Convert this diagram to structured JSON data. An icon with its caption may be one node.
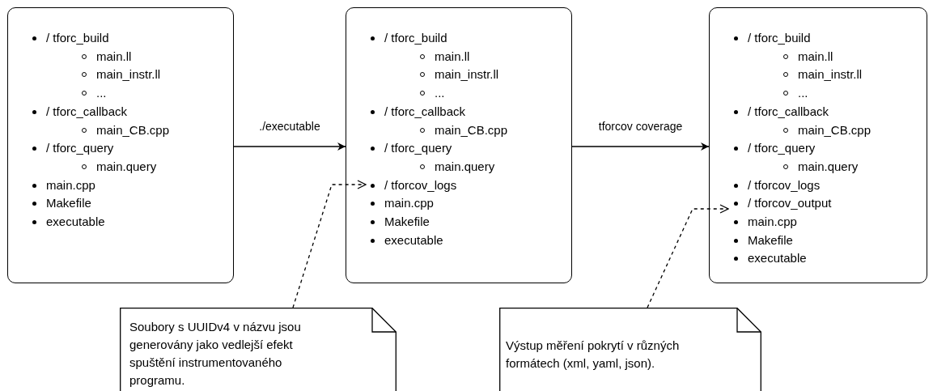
{
  "diagram": {
    "nodes": [
      {
        "text": [
          "/ tforc_build",
          "main.ll",
          "main_instr.ll",
          "...",
          "/ tforc_callback",
          "main_CB.cpp",
          "/ tforc_query",
          "main.query",
          "main.cpp",
          "Makefile",
          "executable"
        ]
      },
      {
        "text": [
          "/ tforc_build",
          "main.ll",
          "main_instr.ll",
          "...",
          "/ tforc_callback",
          "main_CB.cpp",
          "/ tforc_query",
          "main.query",
          "/ tforcov_logs",
          "main.cpp",
          "Makefile",
          "executable"
        ]
      },
      {
        "text": [
          "/ tforc_build",
          "main.ll",
          "main_instr.ll",
          "...",
          "/ tforc_callback",
          "main_CB.cpp",
          "/ tforc_query",
          "main.query",
          "/ tforcov_logs",
          "/ tforcov_output",
          "main.cpp",
          "Makefile",
          "executable"
        ]
      },
      {
        "text": [
          "Soubory s UUIDv4 v názvu jsou generovány jako vedlejší efekt spuštění instrumentovaného programu."
        ]
      },
      {
        "text": [
          "Výstup měření pokrytí v různých formátech (xml, yaml, json)."
        ]
      }
    ],
    "edges": [
      {
        "from": 0,
        "to": 1,
        "arrow": "to",
        "label": "./executable"
      },
      {
        "from": 1,
        "to": 2,
        "arrow": "to",
        "label": "tforcov coverage"
      },
      {
        "from": 3,
        "to": 1,
        "arrow": "to",
        "style": "dashed"
      },
      {
        "from": 4,
        "to": 2,
        "arrow": "to",
        "style": "dashed"
      }
    ]
  }
}
